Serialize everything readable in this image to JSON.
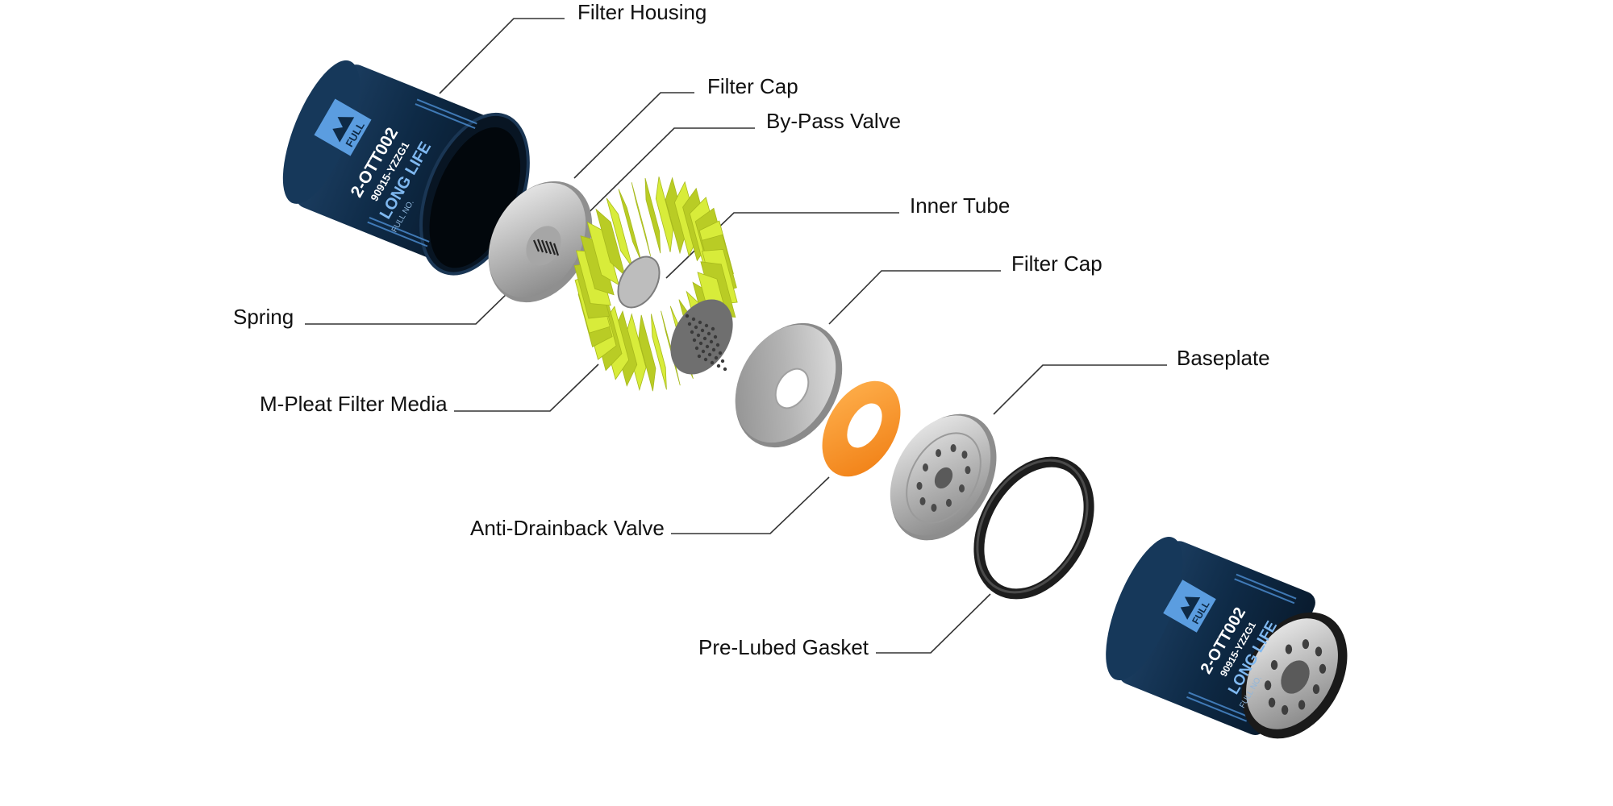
{
  "labels": {
    "filter_housing": "Filter Housing",
    "filter_cap_top": "Filter Cap",
    "bypass_valve": "By-Pass Valve",
    "inner_tube": "Inner Tube",
    "filter_cap_mid": "Filter Cap",
    "spring": "Spring",
    "m_pleat": "M-Pleat Filter Media",
    "baseplate": "Baseplate",
    "anti_drainback": "Anti-Drainback Valve",
    "pre_lubed_gasket": "Pre-Lubed Gasket"
  },
  "product": {
    "brand": "FULL",
    "part_number": "2-OTT002",
    "ref_number": "90915-YZZG1",
    "tagline": "LONG LIFE",
    "full_no_label": "FULL NO."
  },
  "colors": {
    "housing": "#0e2a46",
    "housing_dark": "#06121f",
    "brand_blue": "#5b9de0",
    "filter_media": "#d8ec3a",
    "anti_drainback": "#f7932e",
    "gasket": "#2a2a2a",
    "metal": "#c9c9c9"
  }
}
